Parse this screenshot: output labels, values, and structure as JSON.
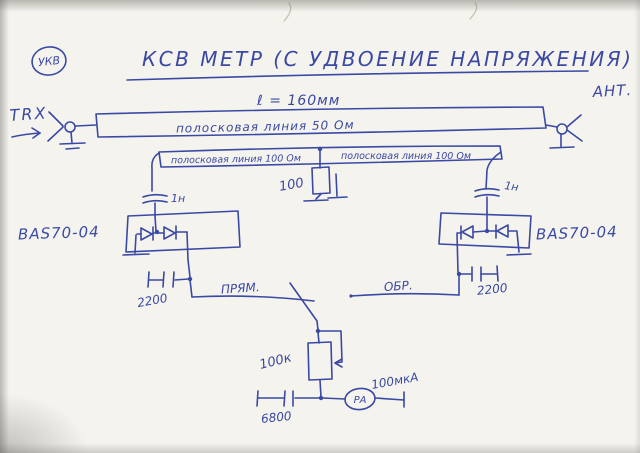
{
  "colors": {
    "ink": "#3a49a4",
    "paper": "#f5f3ee"
  },
  "badge": "УКВ",
  "title": "КСВ МЕТР (С УДВОЕНИЕ НАПРЯЖЕНИЯ)",
  "ports": {
    "trx": "TRX",
    "ant": "АНТ."
  },
  "line50": {
    "length": "ℓ = 160мм",
    "label": "полосковая линия 50 Ом"
  },
  "line100": {
    "left": "полосковая линия 100 Ом",
    "right": "полосковая линия 100 Ом"
  },
  "parts": {
    "r_mid": "100",
    "c1n_left": "1н",
    "c1n_right": "1н",
    "d_left": "BAS70-04",
    "d_right": "BAS70-04",
    "c2200_left": "2200",
    "c2200_right": "2200",
    "pot": "100к",
    "c6800": "6800",
    "meter": "РА",
    "range": "100мкА"
  },
  "switch": {
    "fwd": "ПРЯМ.",
    "rev": "ОБР."
  }
}
